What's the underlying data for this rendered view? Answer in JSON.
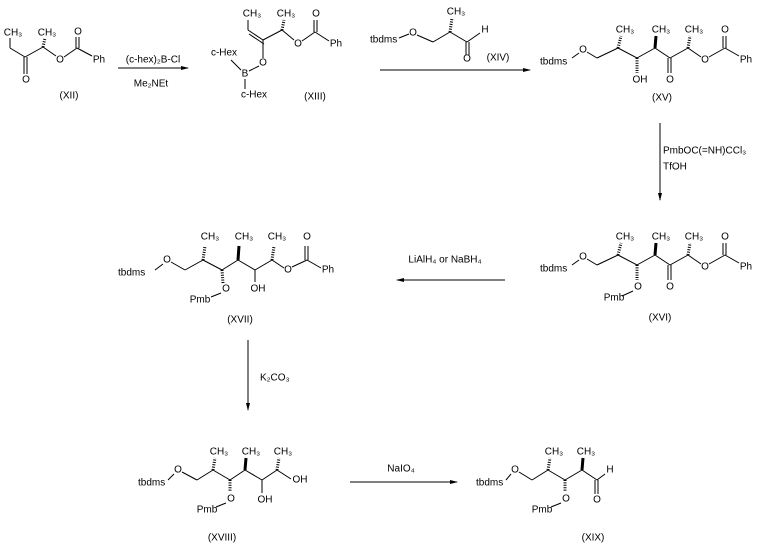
{
  "atoms": {
    "ch3": "CH₃",
    "o": "O",
    "ph": "Ph",
    "oh": "OH",
    "h": "H",
    "b": "B",
    "tbdms": "tbdms",
    "pmb": "Pmb",
    "chex": "c-Hex"
  },
  "compounds": {
    "xii": "(XII)",
    "xiii": "(XIII)",
    "xiv": "(XIV)",
    "xv": "(XV)",
    "xvi": "(XVI)",
    "xvii": "(XVII)",
    "xviii": "(XVIII)",
    "xix": "(XIX)"
  },
  "reagents": {
    "step1_top": "(c-hex)₂B-Cl",
    "step1_bottom": "Me₂NEt",
    "step3_line1": "PmbOC(=NH)CCl₃",
    "step3_line2": "TfOH",
    "step4": "LiAlH₄ or NaBH₄",
    "step5": "K₂CO₃",
    "step6": "NaIO₄"
  }
}
